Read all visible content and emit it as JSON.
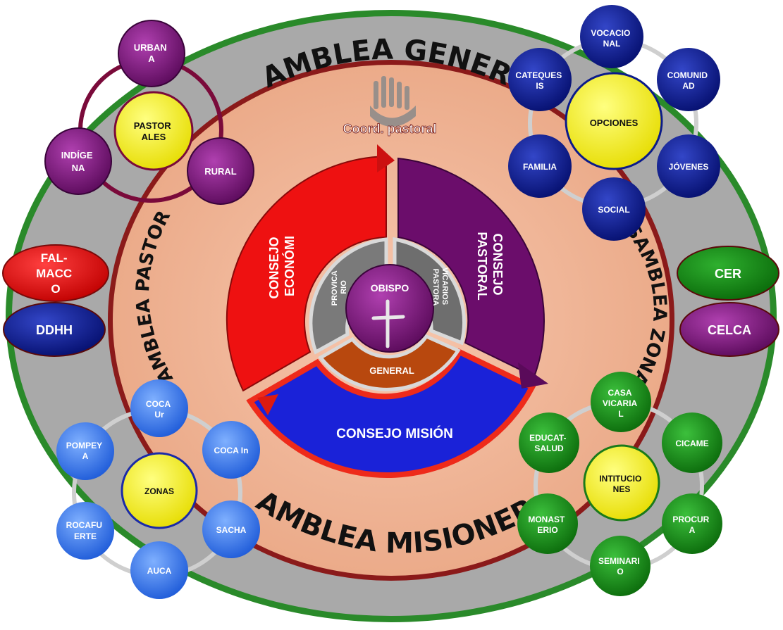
{
  "arc_titles": {
    "top": "ASAMBLEA GENERAL",
    "left": "ASAMBLEA PASTORAL",
    "right": "ASAMBLEA ZONAL",
    "bottom": "ASAMBLEA MISIONEROS"
  },
  "coord_pastoral": "Coord. pastoral",
  "consejos": {
    "economia": [
      "CONSEJO",
      "ECONÓMI"
    ],
    "pastoral": [
      "CONSEJO",
      "PASTORAL"
    ],
    "mision": "CONSEJO MISIÓN"
  },
  "inner": {
    "provicario": [
      "PROVICA",
      "RIO"
    ],
    "vicarios": [
      "VICARIOS",
      "PASTORA"
    ],
    "general": "GENERAL",
    "obispo": "OBISPO"
  },
  "side_ovals": {
    "left": [
      [
        "FAL-",
        "MACC",
        "O"
      ],
      [
        "DDHH"
      ]
    ],
    "right": [
      [
        "CER"
      ],
      [
        "CELCA"
      ]
    ]
  },
  "pastorales_cluster": {
    "center": [
      "PASTOR",
      "ALES"
    ],
    "satellites": [
      [
        "URBAN",
        "A"
      ],
      [
        "INDÍGE",
        "NA"
      ],
      [
        "RURAL"
      ]
    ]
  },
  "opciones_cluster": {
    "center": [
      "OPCIONES"
    ],
    "satellites": [
      [
        "VOCACIO",
        "NAL"
      ],
      [
        "CATEQUES",
        "IS"
      ],
      [
        "COMUNID",
        "AD"
      ],
      [
        "FAMILIA"
      ],
      [
        "JÓVENES"
      ],
      [
        "SOCIAL"
      ]
    ]
  },
  "zonas_cluster": {
    "center": [
      "ZONAS"
    ],
    "satellites": [
      [
        "COCA",
        "Ur"
      ],
      [
        "POMPEY",
        "A"
      ],
      [
        "COCA In"
      ],
      [
        "ROCAFU",
        "ERTE"
      ],
      [
        "SACHA"
      ],
      [
        "AUCA"
      ]
    ]
  },
  "instituciones_cluster": {
    "center": [
      "INTITUCIO",
      "NES"
    ],
    "satellites": [
      [
        "CASA",
        "VICARIA",
        "L"
      ],
      [
        "EDUCAT-",
        "SALUD"
      ],
      [
        "CICAME"
      ],
      [
        "MONAST",
        "ERIO"
      ],
      [
        "PROCUR",
        "A"
      ],
      [
        "SEMINARI",
        "O"
      ]
    ]
  },
  "colors": {
    "outer_green": "#2a8a2a",
    "outer_gray": "#a9a9a9",
    "salmon": "#f0b89a",
    "dark_red_ring": "#8b1a1a",
    "red": "#ee1111",
    "purple": "#6b0d6b",
    "blue": "#1a22d8",
    "navy": "#0a1a8a",
    "yellow": "#f5ee10",
    "light_blue": "#3a7ef0",
    "green": "#1a8a1a"
  }
}
